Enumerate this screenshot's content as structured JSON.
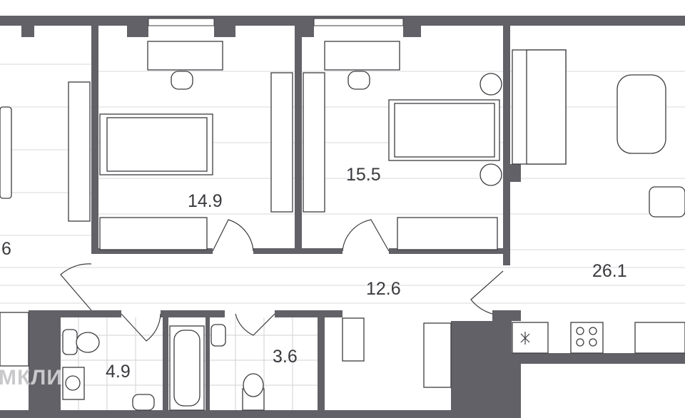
{
  "plan": {
    "rooms": [
      {
        "name": "living-left",
        "area": "6"
      },
      {
        "name": "bedroom-1",
        "area": "14.9"
      },
      {
        "name": "bedroom-2",
        "area": "15.5"
      },
      {
        "name": "hallway",
        "area": "12.6"
      },
      {
        "name": "kitchen-living",
        "area": "26.1"
      },
      {
        "name": "bathroom",
        "area": "4.9"
      },
      {
        "name": "toilet",
        "area": "3.6"
      }
    ],
    "watermark": "МКЛИ",
    "colors": {
      "wall": "#616167",
      "line": "#3c3c40",
      "floor_line": "#d6d6d8",
      "background": "#ffffff"
    }
  }
}
